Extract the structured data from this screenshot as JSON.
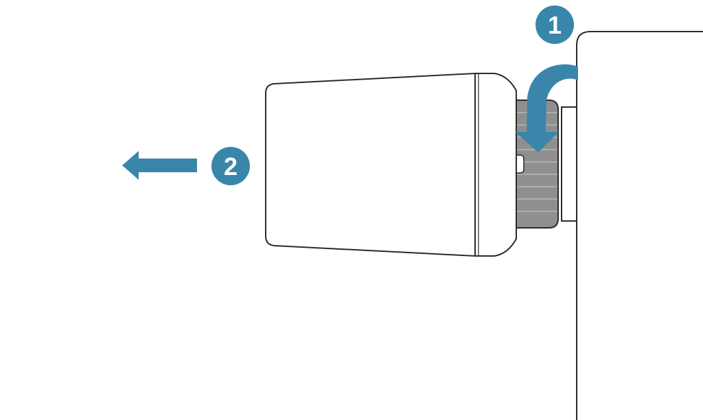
{
  "steps": [
    {
      "number": "1",
      "action": "rotate"
    },
    {
      "number": "2",
      "action": "pull-left"
    }
  ],
  "colors": {
    "accent": "#3a86aa",
    "outline": "#2a2a2a",
    "ring_fill": "#8f8f8f",
    "ring_lines": "#b8b8b8",
    "background": "#ffffff"
  },
  "icons": {
    "rotate_arrow": "curved-arrow-icon",
    "pull_arrow": "arrow-left-icon"
  }
}
